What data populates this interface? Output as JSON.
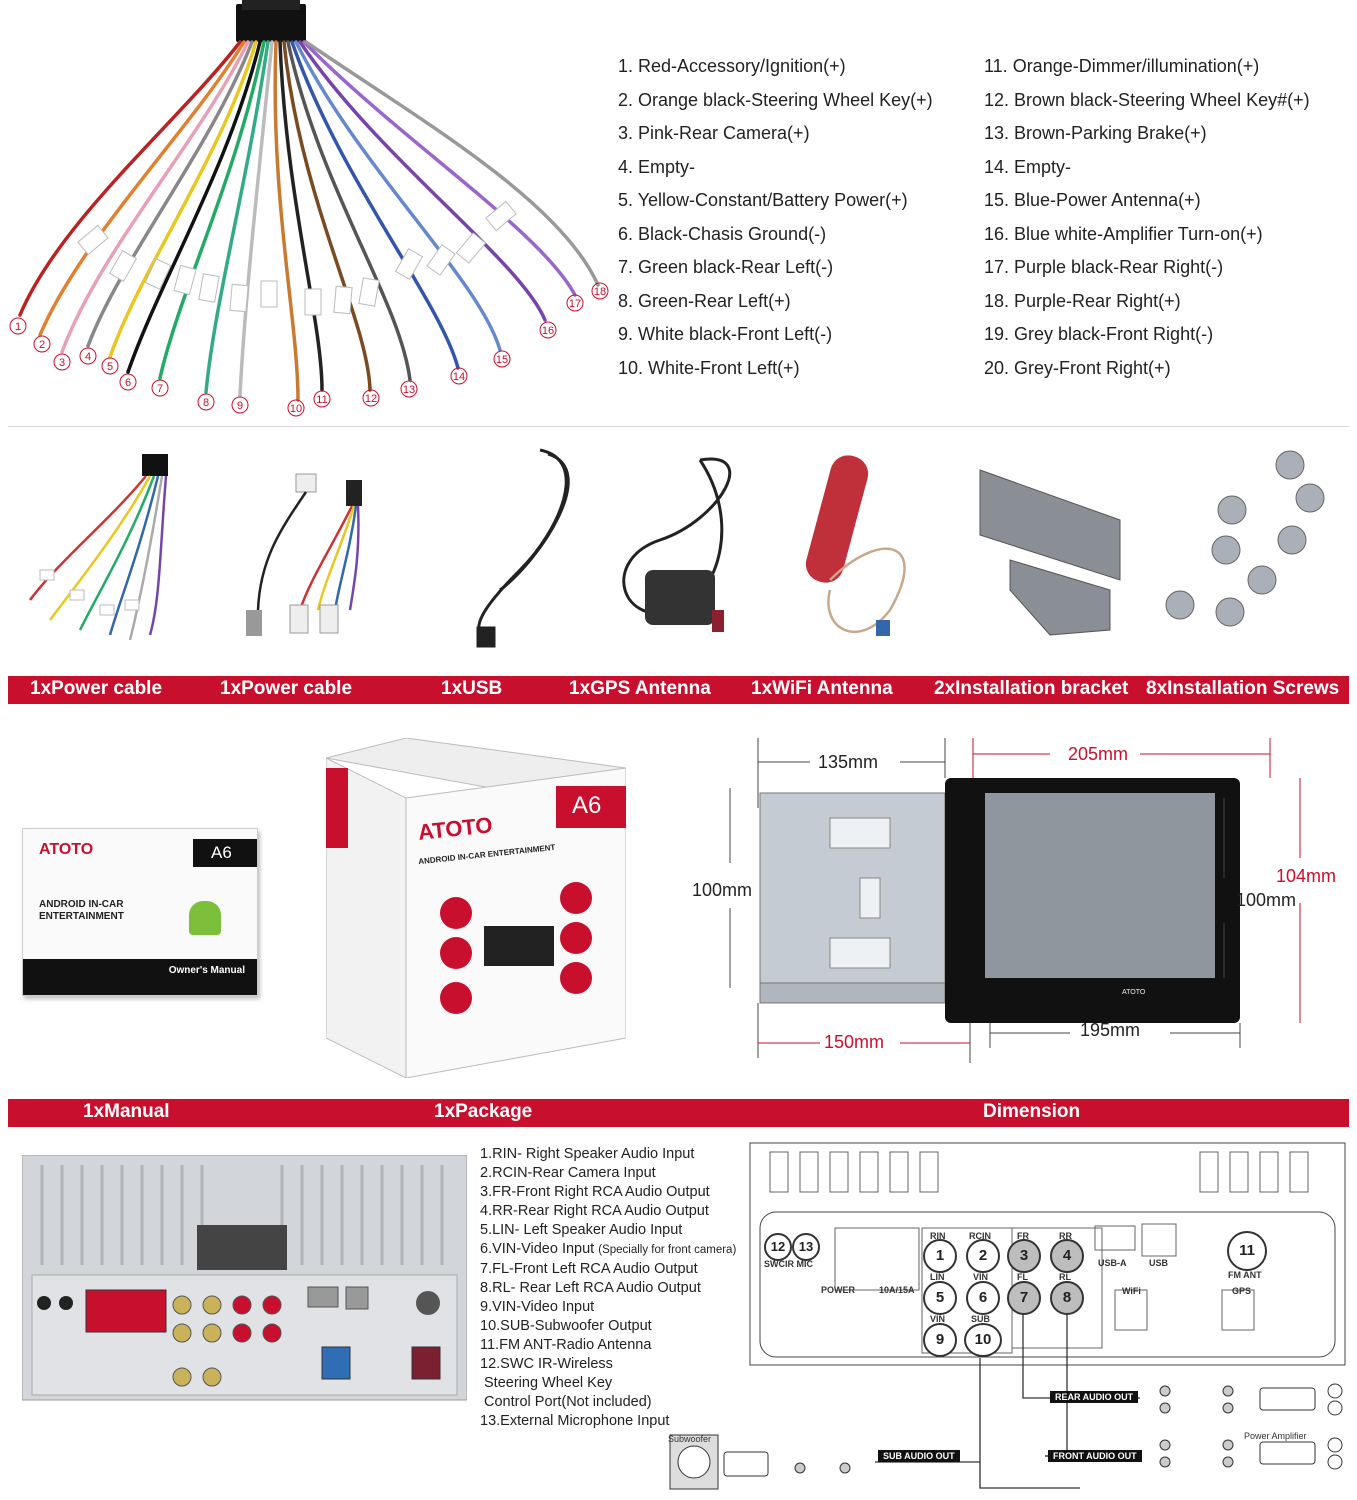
{
  "wiring": {
    "left": [
      "1. Red-Accessory/Ignition(+)",
      "2. Orange black-Steering Wheel Key(+)",
      "3. Pink-Rear Camera(+)",
      "4. Empty-",
      "5. Yellow-Constant/Battery Power(+)",
      "6. Black-Chasis Ground(-)",
      "7. Green black-Rear Left(-)",
      "8. Green-Rear Left(+)",
      "9. White black-Front Left(-)",
      "10. White-Front Left(+)"
    ],
    "right": [
      "11.  Orange-Dimmer/illumination(+)",
      "12.  Brown black-Steering Wheel Key#(+)",
      "13.  Brown-Parking Brake(+)",
      "14.  Empty-",
      "15.  Blue-Power Antenna(+)",
      "16.  Blue white-Amplifier Turn-on(+)",
      "17.  Purple black-Rear Right(-)",
      "18.  Purple-Rear Right(+)",
      "19.  Grey black-Front Right(-)",
      "20.  Grey-Front Right(+)"
    ],
    "wire_numbers": [
      "1",
      "2",
      "3",
      "4",
      "5",
      "6",
      "7",
      "8",
      "9",
      "10",
      "11",
      "12",
      "13",
      "14",
      "15",
      "16",
      "17",
      "18"
    ]
  },
  "accessories": {
    "labels": [
      "1xPower cable",
      "1xPower cable",
      "1xUSB",
      "1xGPS Antenna",
      "1xWiFi Antenna",
      "2xInstallation bracket",
      "8xInstallation Screws"
    ]
  },
  "package": {
    "labels": [
      "1xManual",
      "1xPackage",
      "Dimension"
    ],
    "brand": "ATOTO",
    "model": "A6",
    "manual_title": "ANDROID IN-CAR ENTERTAINMENT",
    "manual_footer": "Owner's Manual",
    "box_subtitle": "ANDROID IN-CAR ENTERTAINMENT"
  },
  "dimension": {
    "depth_top": "135mm",
    "width_top": "205mm",
    "height_left": "100mm",
    "height_mid": "100mm",
    "height_right": "104mm",
    "depth_bottom": "150mm",
    "width_bottom": "195mm",
    "panel_brand": "ATOTO"
  },
  "ports_legend": [
    "1.RIN- Right Speaker Audio Input",
    "2.RCIN-Rear Camera Input",
    "3.FR-Front Right RCA  Audio Output",
    "4.RR-Rear Right RCA  Audio Output",
    "5.LIN- Left Speaker Audio Input",
    "6.VIN-Video Input",
    "7.FL-Front Left RCA  Audio Output",
    "8.RL- Rear Left RCA Audio Output",
    "9.VIN-Video Input",
    "10.SUB-Subwoofer Output",
    "11.FM ANT-Radio Antenna",
    "12.SWC IR-Wireless",
    " Steering Wheel Key",
    " Control Port(Not included)",
    "13.External Microphone Input"
  ],
  "ports_legend_note": "(Specially for front camera)",
  "port_diagram": {
    "swc": "SWCIR MIC",
    "power": "POWER",
    "fuse": "10A/15A",
    "rin": "RIN",
    "rcin": "RCIN",
    "fr": "FR",
    "rr": "RR",
    "lin": "LIN",
    "vin": "VIN",
    "fl": "FL",
    "rl": "RL",
    "vin2": "VIN",
    "sub": "SUB",
    "usba": "USB-A",
    "usb": "USB",
    "wifi": "WiFi",
    "fmant": "FM ANT",
    "gps": "GPS",
    "rear_audio": "REAR AUDIO OUT",
    "front_audio": "FRONT AUDIO OUT",
    "sub_audio": "SUB AUDIO OUT",
    "subwoofer": "Subwoofer",
    "amplifier": "Power Amplifier",
    "numbers": [
      "1",
      "2",
      "3",
      "4",
      "5",
      "6",
      "7",
      "8",
      "9",
      "10",
      "11",
      "12",
      "13"
    ]
  },
  "colors": {
    "band": "#c8102e",
    "dim_red": "#c8102e"
  }
}
